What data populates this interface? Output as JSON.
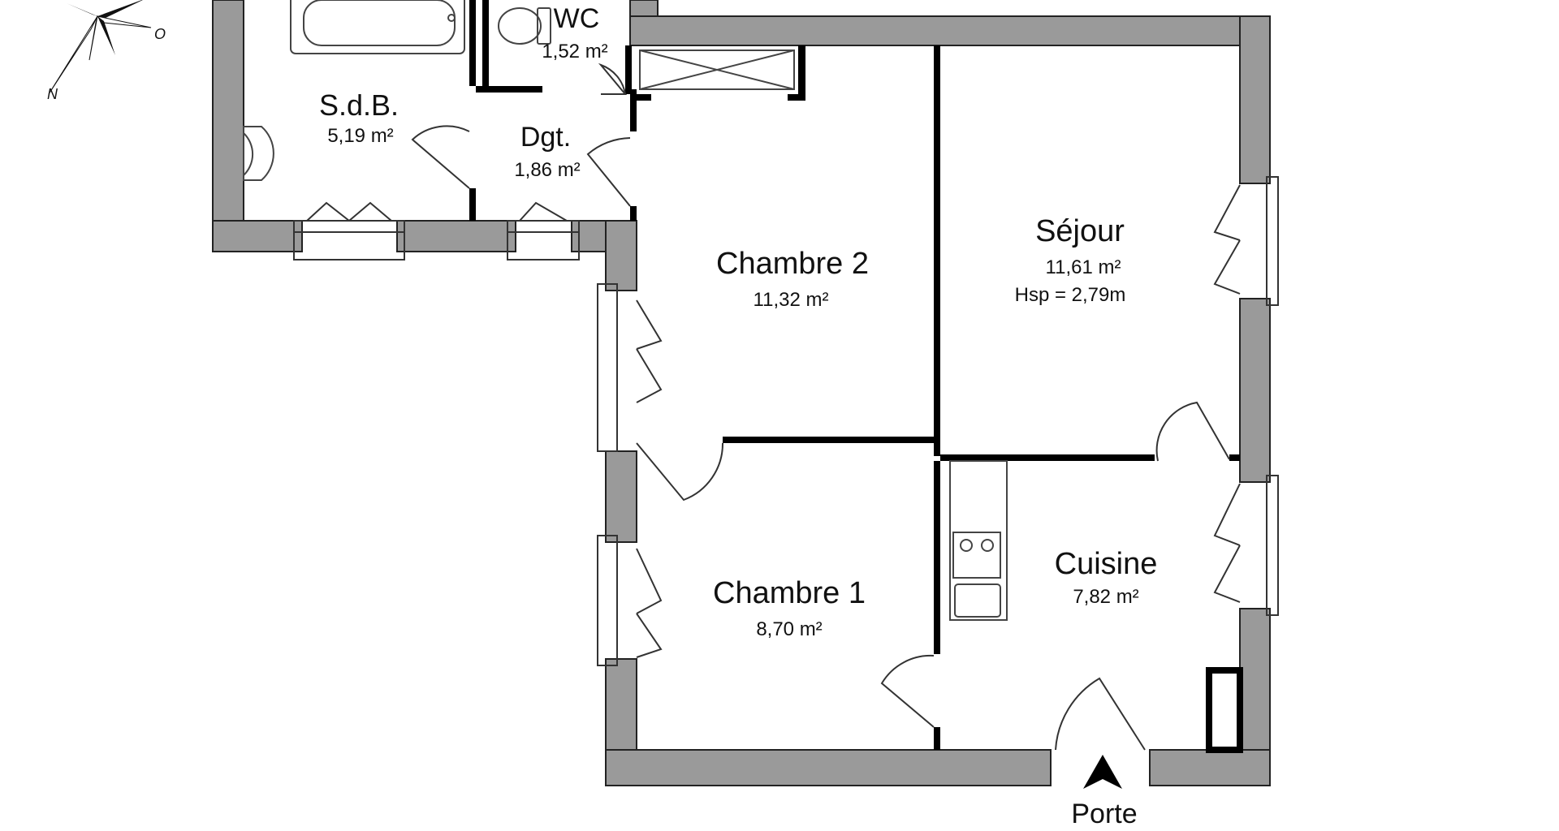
{
  "colors": {
    "wall_fill": "#9a9a9a",
    "wall_stroke": "#222222",
    "partition": "#000000",
    "line": "#333333",
    "background": "#ffffff"
  },
  "compass": {
    "north_letter": "N",
    "west_letter": "O",
    "icon": "compass-rose-icon"
  },
  "rooms": {
    "wc": {
      "name": "WC",
      "area": "1,52 m²"
    },
    "sdb": {
      "name": "S.d.B.",
      "area": "5,19 m²"
    },
    "dgt": {
      "name": "Dgt.",
      "area": "1,86 m²"
    },
    "chambre2": {
      "name": "Chambre 2",
      "area": "11,32 m²"
    },
    "sejour": {
      "name": "Séjour",
      "area": "11,61 m²",
      "extra": "Hsp = 2,79m"
    },
    "chambre1": {
      "name": "Chambre 1",
      "area": "8,70 m²"
    },
    "cuisine": {
      "name": "Cuisine",
      "area": "7,82 m²"
    }
  },
  "entrance": {
    "label": "Porte",
    "icon": "entrance-arrow-icon"
  }
}
